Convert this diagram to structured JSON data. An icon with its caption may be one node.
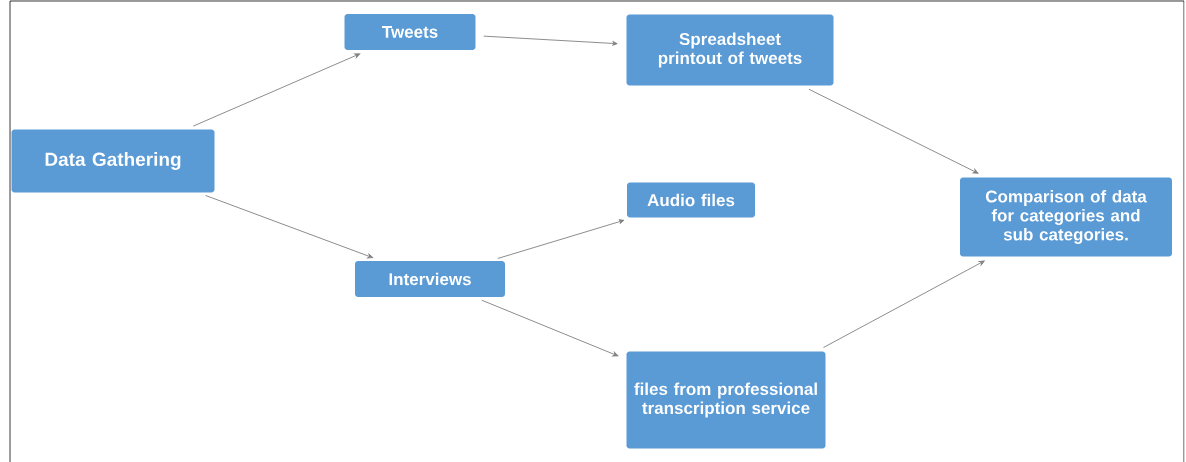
{
  "diagram": {
    "nodes": [
      {
        "text": [
          "Data Gathering"
        ]
      },
      {
        "text": [
          "Tweets"
        ]
      },
      {
        "text": [
          "Spreadsheet printout of tweets"
        ]
      },
      {
        "text": [
          "Audio files"
        ]
      },
      {
        "text": [
          "Interviews"
        ]
      },
      {
        "text": [
          "files from professional transcription service"
        ]
      },
      {
        "text": [
          "Comparison of data for categories and sub categories."
        ]
      }
    ],
    "edges": [
      {
        "from": 0,
        "to": 1,
        "arrow": "to"
      },
      {
        "from": 0,
        "to": 4,
        "arrow": "to"
      },
      {
        "from": 1,
        "to": 2,
        "arrow": "to"
      },
      {
        "from": 2,
        "to": 6,
        "arrow": "to"
      },
      {
        "from": 4,
        "to": 3,
        "arrow": "to"
      },
      {
        "from": 4,
        "to": 5,
        "arrow": "to"
      },
      {
        "from": 5,
        "to": 6,
        "arrow": "to"
      }
    ]
  }
}
